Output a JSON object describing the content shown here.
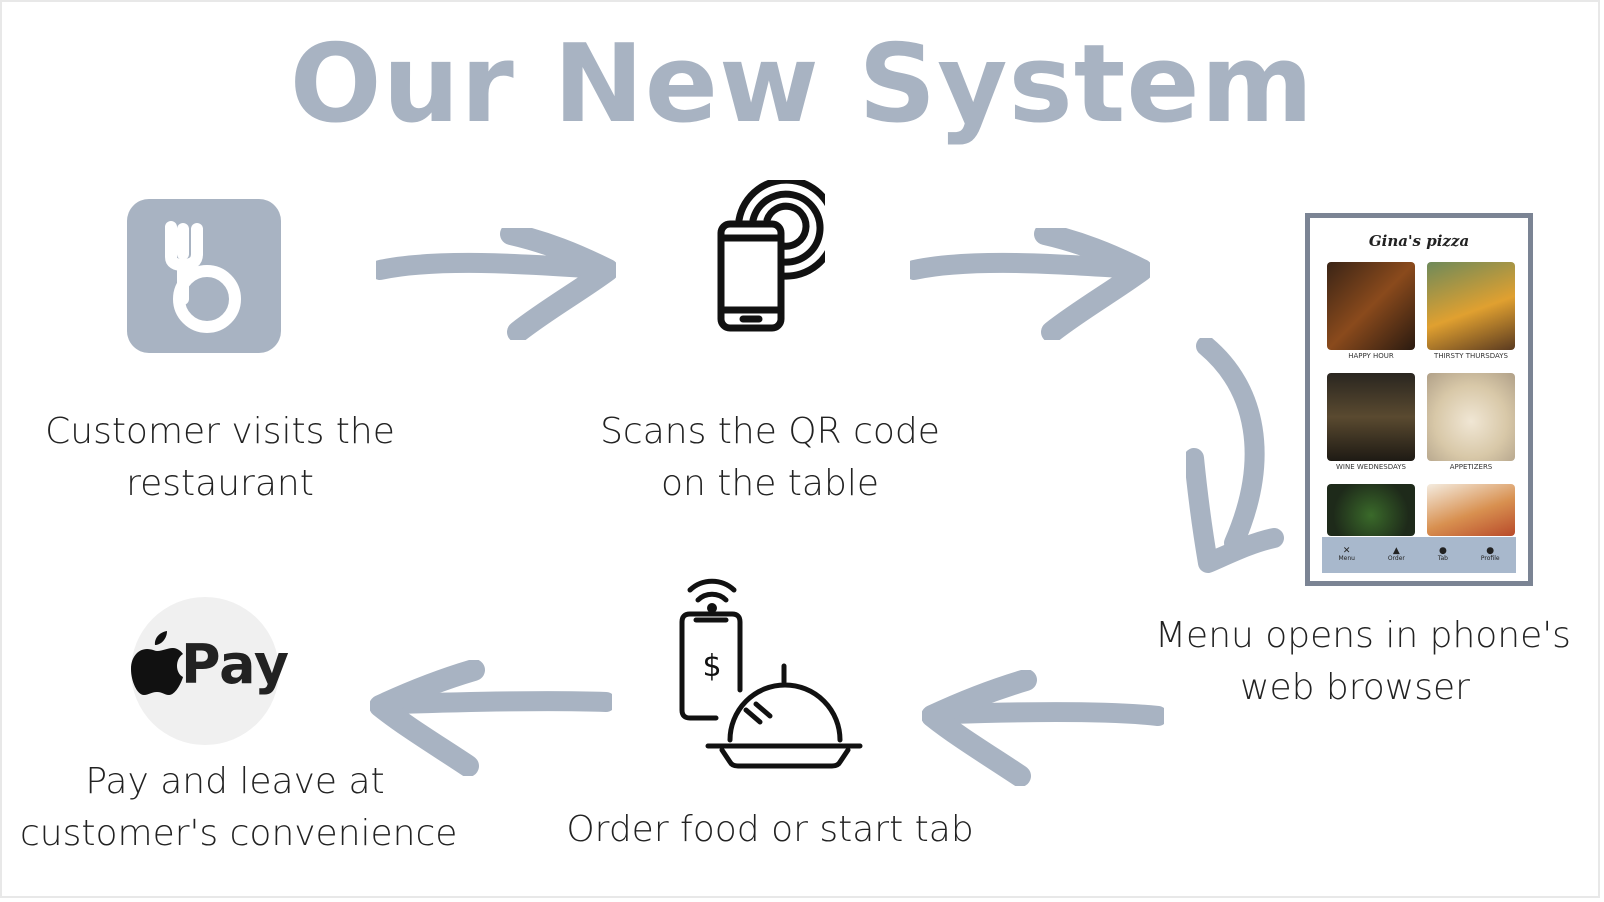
{
  "title": "Our New System",
  "steps": [
    {
      "lines": [
        "Customer visits the",
        "restaurant"
      ]
    },
    {
      "lines": [
        "Scans the QR code",
        "on the table"
      ]
    },
    {
      "lines": [
        "Menu opens in phone's",
        "web browser"
      ]
    },
    {
      "lines": [
        "Order food or start tab"
      ]
    },
    {
      "lines": [
        "Pay and leave at",
        "customer's convenience"
      ]
    }
  ],
  "menu_mock": {
    "brand": "Gina's pizza",
    "tiles": [
      "HAPPY HOUR",
      "THIRSTY THURSDAYS",
      "WINE WEDNESDAYS",
      "APPETIZERS"
    ],
    "nav": [
      "Menu",
      "Order",
      "Tab",
      "Profile"
    ]
  },
  "pay_logo_text": "Pay",
  "colors": {
    "accent": "#a8b3c2",
    "text": "#222222"
  }
}
